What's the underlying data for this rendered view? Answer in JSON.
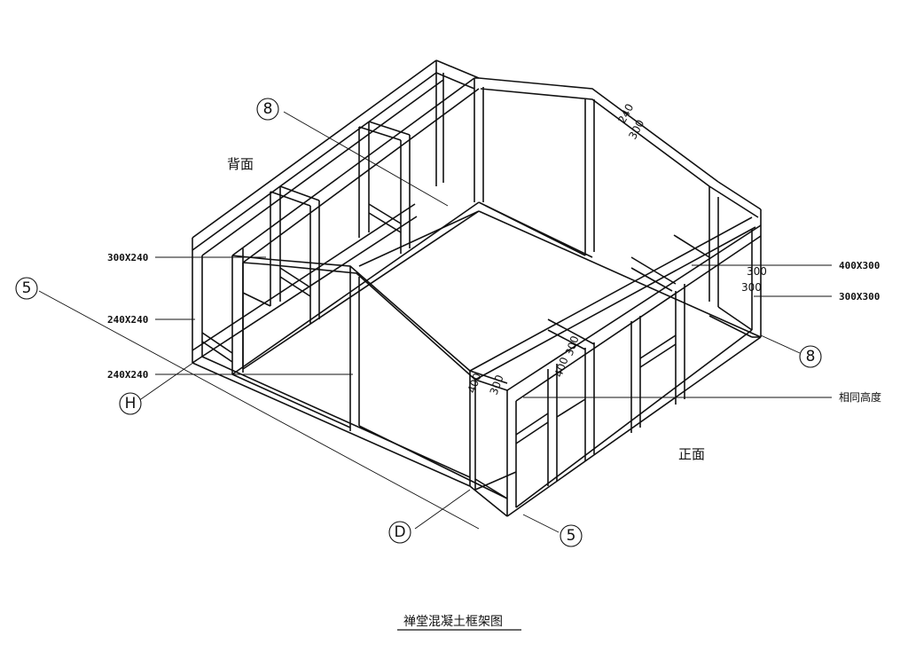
{
  "labels": {
    "back_face": "背面",
    "front_face": "正面",
    "same_height": "相同高度",
    "title": "禅堂混凝土框架图"
  },
  "dimensions": {
    "beam_300x240": "300X240",
    "col_240x240_a": "240X240",
    "col_240x240_b": "240X240",
    "beam_400x300": "400X300",
    "beam_300x300": "300X300",
    "ridge_240": "240",
    "ridge_300": "300",
    "front_300_a": "300",
    "front_300_b": "300",
    "corner_400": "400",
    "corner_300": "300",
    "mid_300": "300",
    "mid_400": "400"
  },
  "grid_bubbles": {
    "top_8": "8",
    "left_5": "5",
    "left_H": "H",
    "right_8": "8",
    "bottom_D": "D",
    "bottom_5": "5"
  }
}
